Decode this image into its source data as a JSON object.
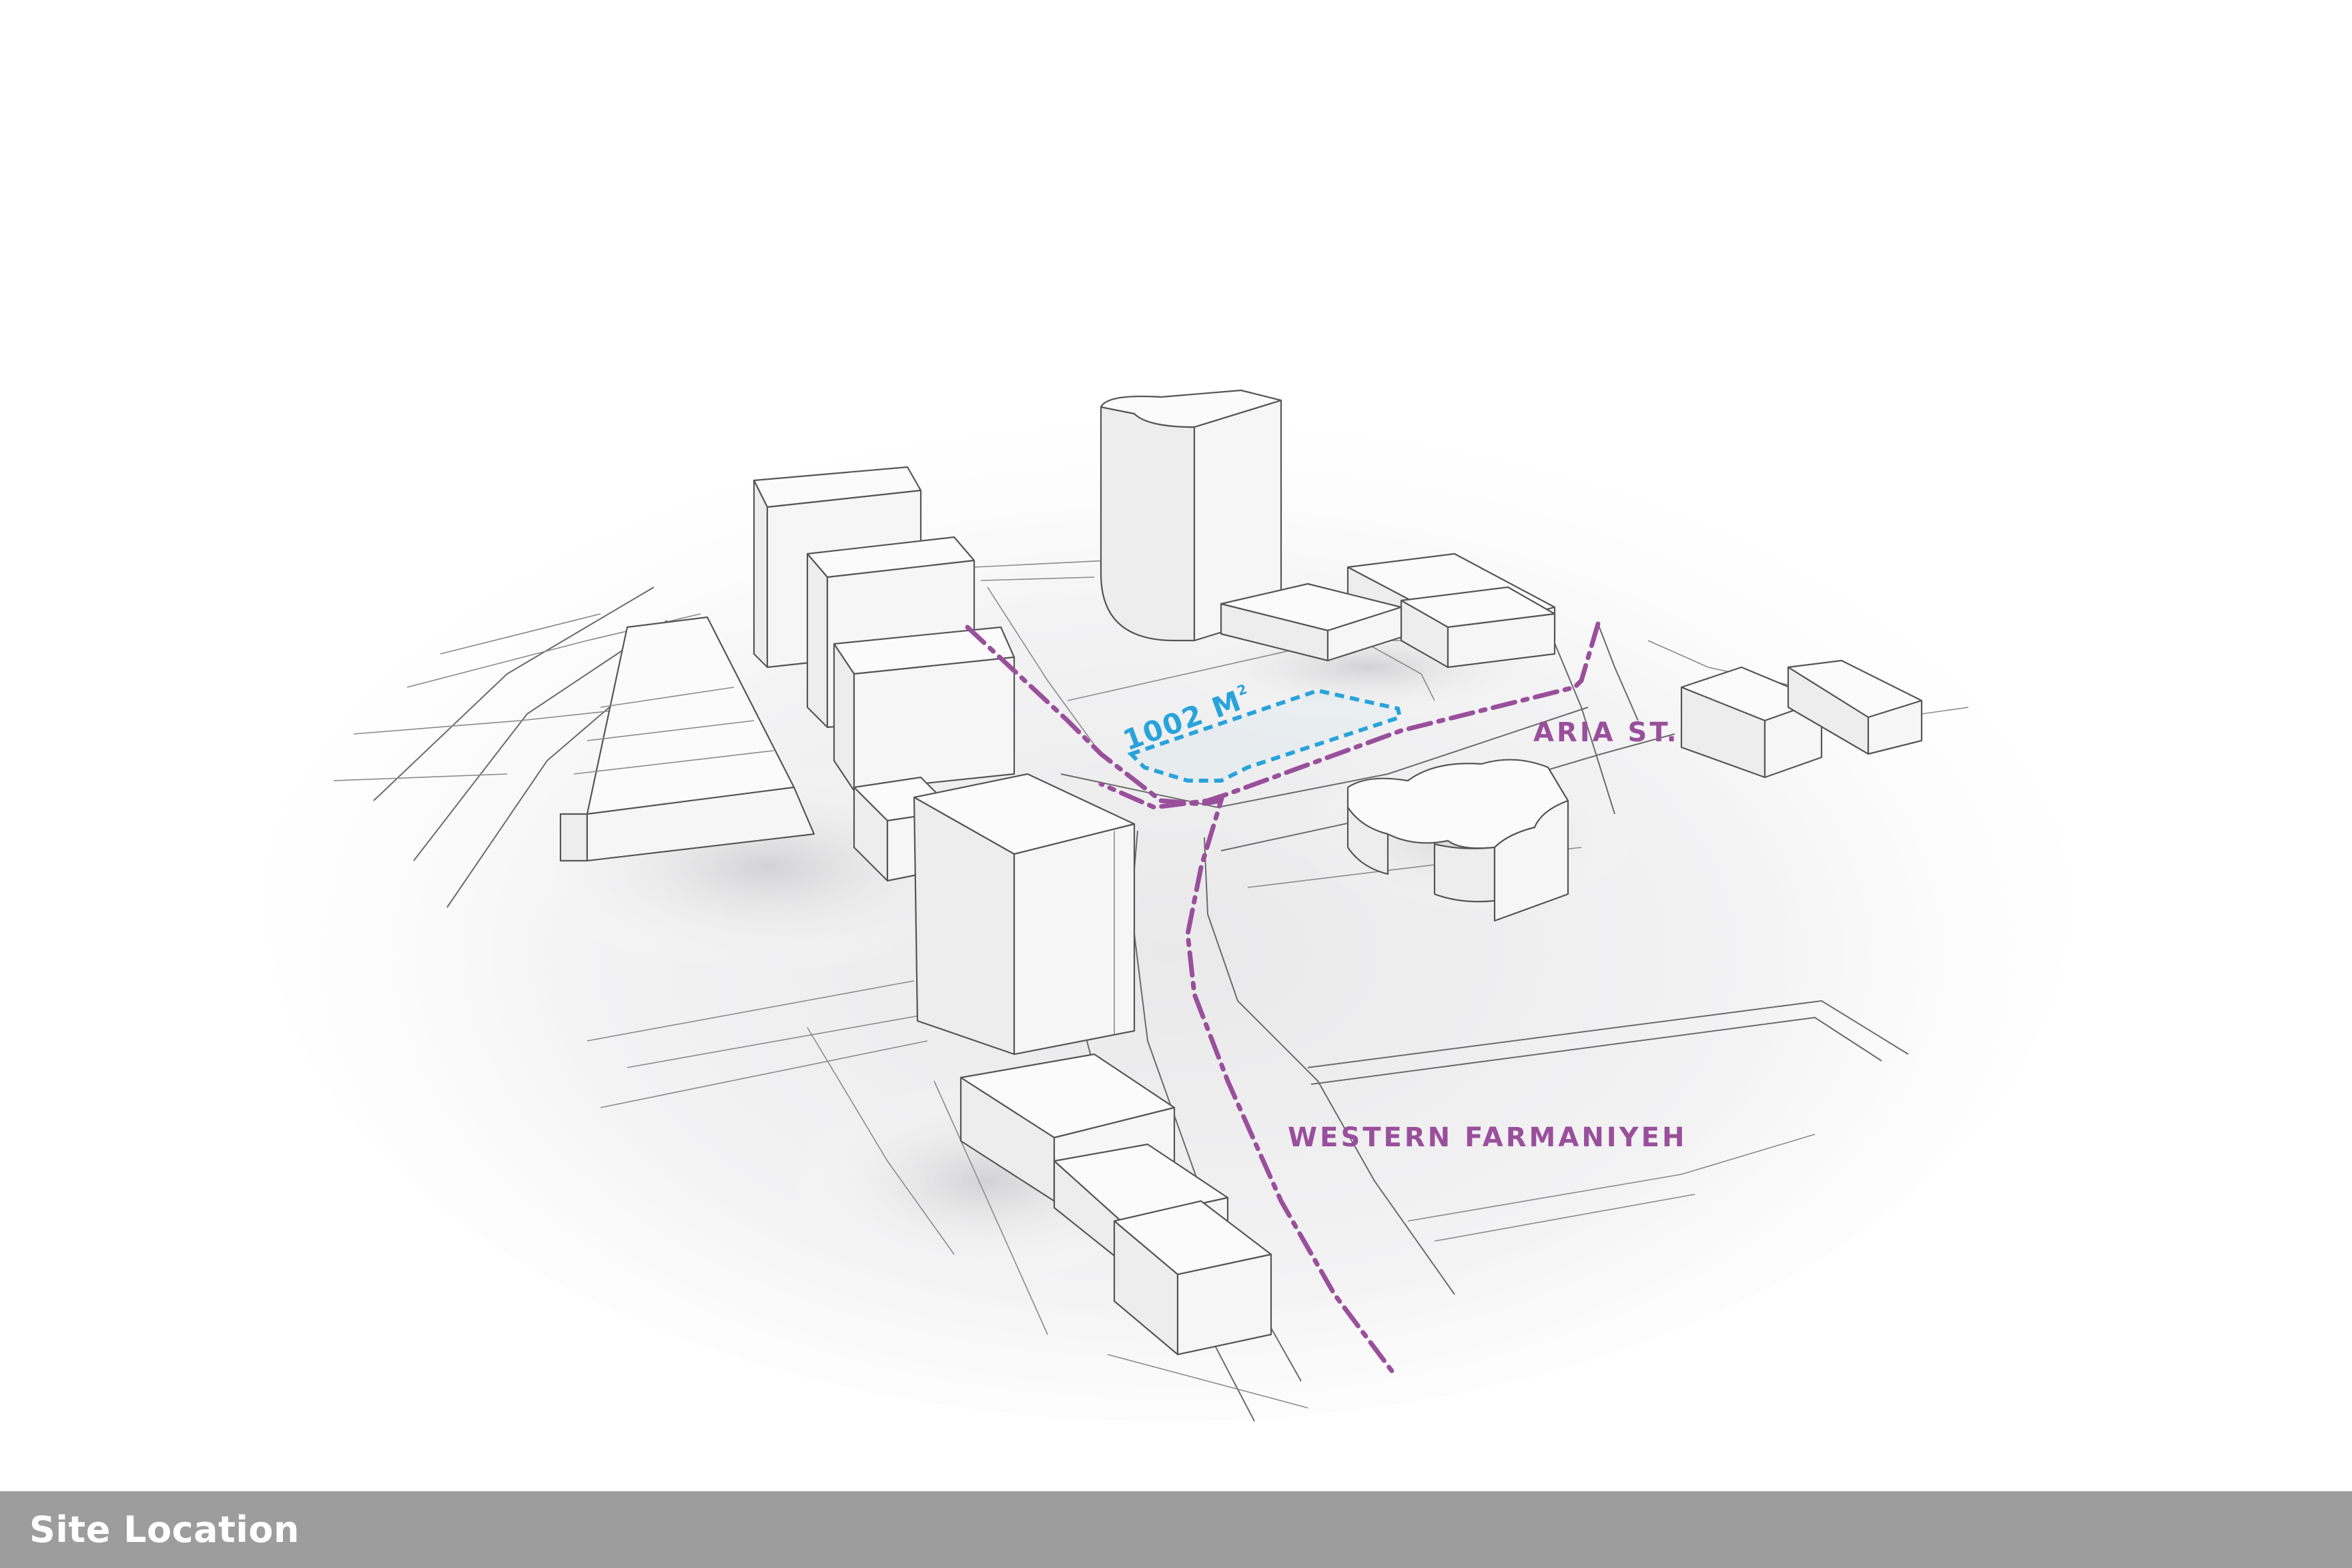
{
  "footer": {
    "title": "Site Location"
  },
  "site": {
    "area_value": "1002 M",
    "area_superscript": "2"
  },
  "streets": {
    "aria": "ARIA ST.",
    "western": "WESTERN FARMANIYEH"
  },
  "colors": {
    "street_line": "#9a4f9c",
    "site_outline": "#28a3dc",
    "footer_bar": "#9d9d9e",
    "footer_text": "#ffffff"
  }
}
